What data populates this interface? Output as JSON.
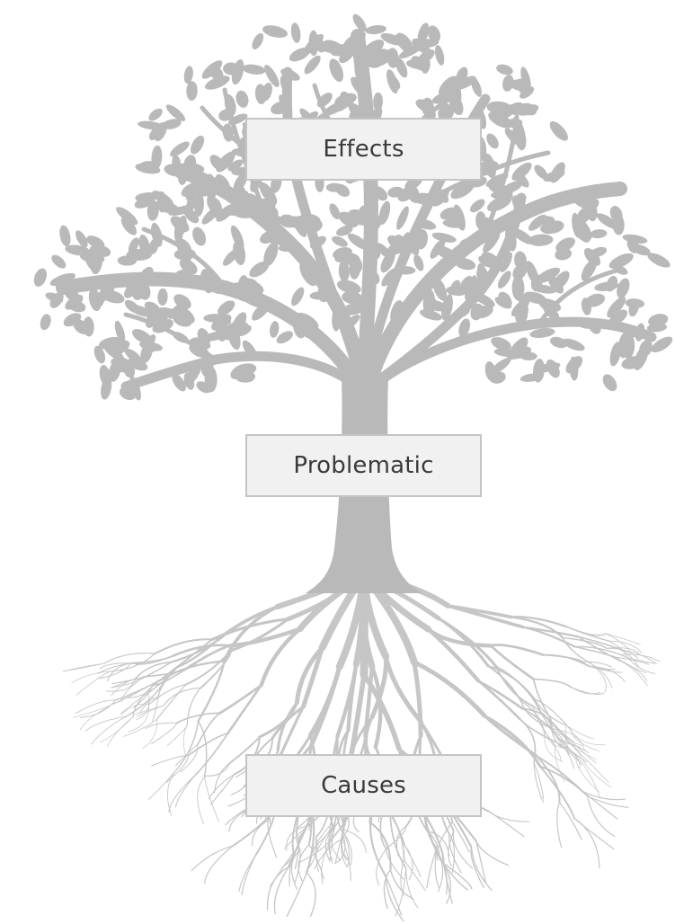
{
  "diagram": {
    "labels": {
      "effects": "Effects",
      "problem": "Problematic",
      "causes": "Causes"
    },
    "colors": {
      "tree": "#b9b9b9",
      "roots": "#c6c6c6",
      "box_fill": "#f1f1f1",
      "box_border": "#c4c4c4",
      "text": "#3a3a3a"
    }
  }
}
